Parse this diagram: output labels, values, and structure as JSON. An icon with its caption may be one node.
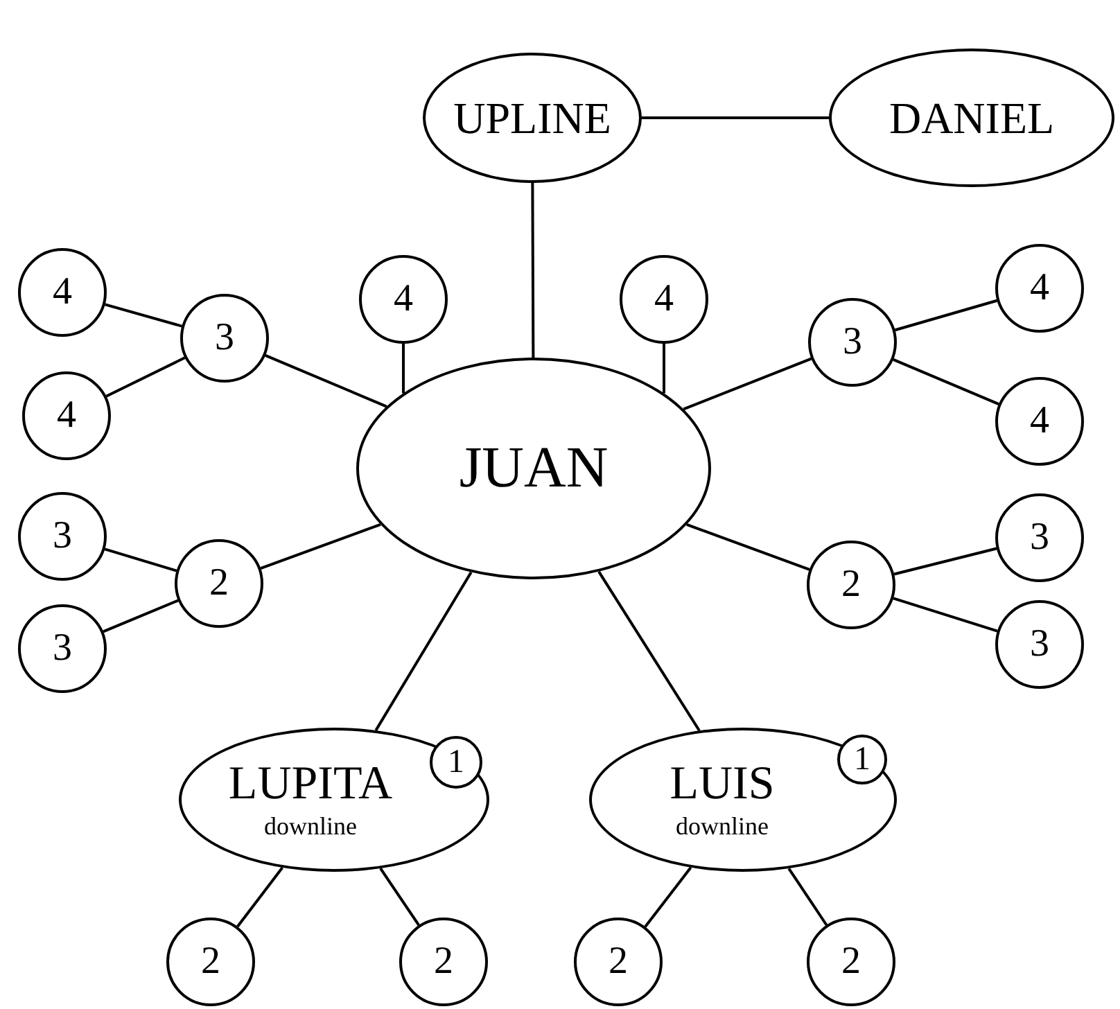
{
  "diagram": {
    "nodes": [
      {
        "text": [
          "UPLINE"
        ]
      },
      {
        "text": [
          "DANIEL"
        ]
      },
      {
        "text": [
          "4"
        ]
      },
      {
        "text": [
          "4"
        ]
      },
      {
        "text": [
          "4"
        ]
      },
      {
        "text": [
          "4"
        ]
      },
      {
        "text": [
          "3"
        ]
      },
      {
        "text": [
          "3"
        ]
      },
      {
        "text": [
          "JUAN"
        ]
      },
      {
        "text": [
          "4"
        ]
      },
      {
        "text": [
          "4"
        ]
      },
      {
        "text": [
          "3"
        ]
      },
      {
        "text": [
          "3"
        ]
      },
      {
        "text": [
          "2"
        ]
      },
      {
        "text": [
          "2"
        ]
      },
      {
        "text": [
          "3"
        ]
      },
      {
        "text": [
          "3"
        ]
      },
      {
        "text": [
          "LUPITA",
          "downline"
        ]
      },
      {
        "text": [
          "1"
        ],
        "in": 17
      },
      {
        "text": [
          "LUIS",
          "downline"
        ]
      },
      {
        "text": [
          "1"
        ],
        "in": 19
      },
      {
        "text": [
          "2"
        ]
      },
      {
        "text": [
          "2"
        ]
      },
      {
        "text": [
          "2"
        ]
      },
      {
        "text": [
          "2"
        ]
      }
    ],
    "edges": [
      {
        "from": 0,
        "to": 1,
        "arrow": "none"
      },
      {
        "from": 0,
        "to": 8,
        "arrow": "none"
      },
      {
        "from": 3,
        "to": 8,
        "arrow": "none"
      },
      {
        "from": 4,
        "to": 8,
        "arrow": "none"
      },
      {
        "from": 8,
        "to": 6,
        "arrow": "none"
      },
      {
        "from": 8,
        "to": 7,
        "arrow": "none"
      },
      {
        "from": 8,
        "to": 13,
        "arrow": "none"
      },
      {
        "from": 8,
        "to": 14,
        "arrow": "none"
      },
      {
        "from": 8,
        "to": 17,
        "arrow": "none"
      },
      {
        "from": 8,
        "to": 19,
        "arrow": "none"
      },
      {
        "from": 6,
        "to": 2,
        "arrow": "none"
      },
      {
        "from": 6,
        "to": 9,
        "arrow": "none"
      },
      {
        "from": 7,
        "to": 5,
        "arrow": "none"
      },
      {
        "from": 7,
        "to": 10,
        "arrow": "none"
      },
      {
        "from": 13,
        "to": 11,
        "arrow": "none"
      },
      {
        "from": 13,
        "to": 15,
        "arrow": "none"
      },
      {
        "from": 14,
        "to": 12,
        "arrow": "none"
      },
      {
        "from": 14,
        "to": 16,
        "arrow": "none"
      },
      {
        "from": 17,
        "to": 21,
        "arrow": "none"
      },
      {
        "from": 17,
        "to": 22,
        "arrow": "none"
      },
      {
        "from": 19,
        "to": 23,
        "arrow": "none"
      },
      {
        "from": 19,
        "to": 24,
        "arrow": "none"
      }
    ]
  }
}
